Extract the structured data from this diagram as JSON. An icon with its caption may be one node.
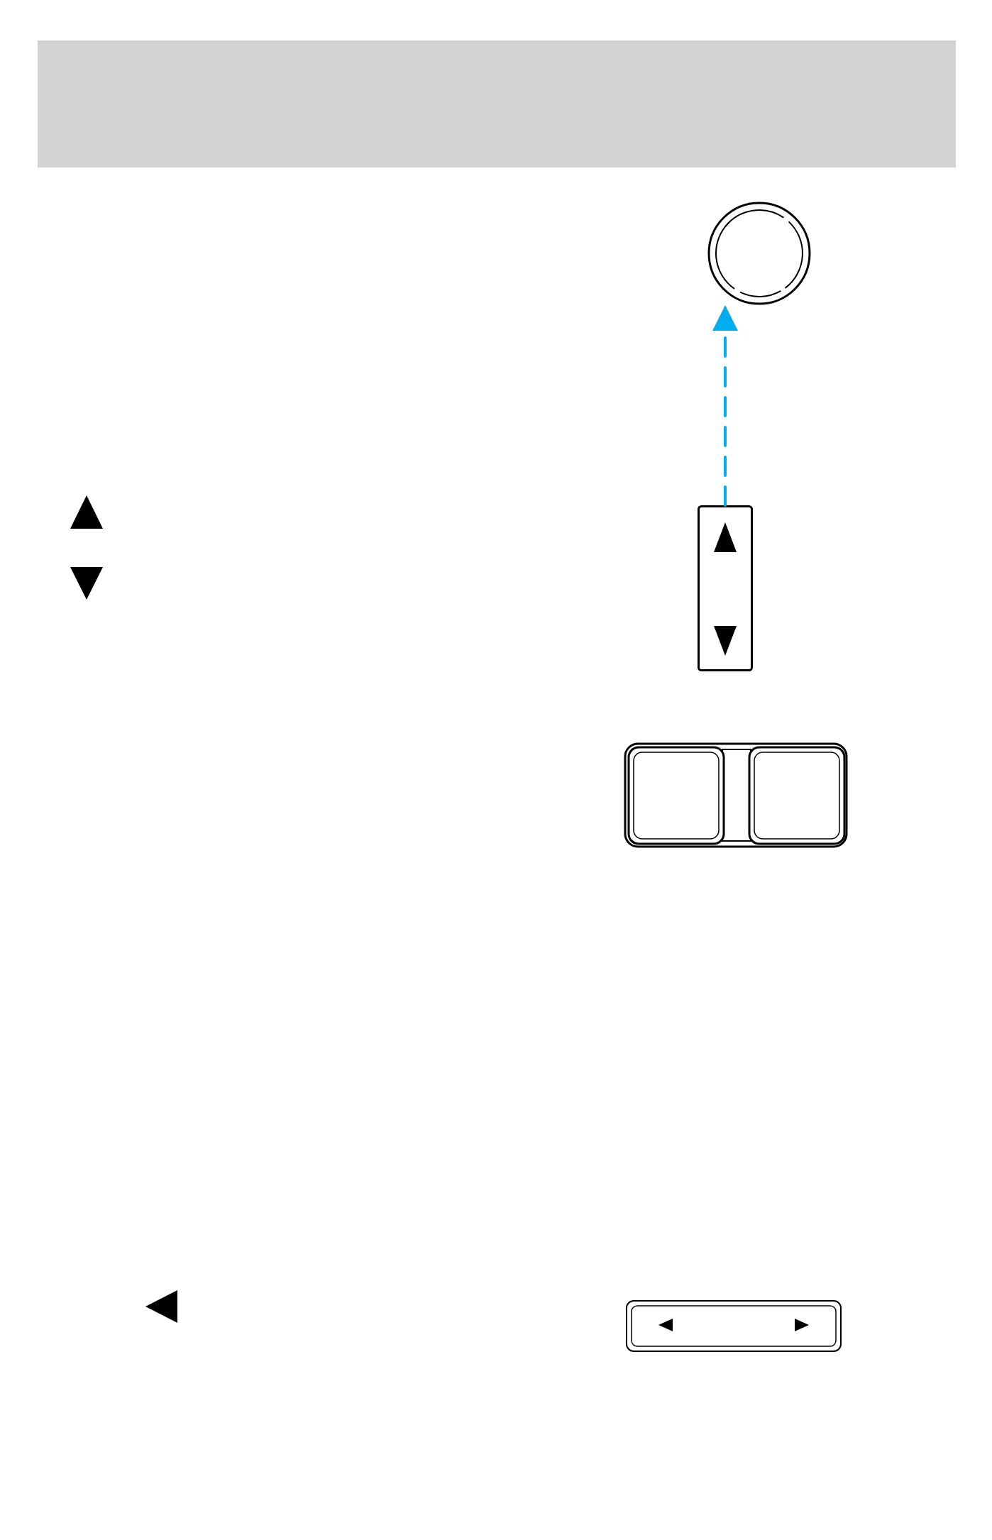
{
  "diagram": {
    "nodes": [
      {
        "text": [],
        "shape": "circle"
      },
      {
        "text": [],
        "shape": "box"
      }
    ],
    "edges": [
      {
        "from": 1,
        "to": 0,
        "arrow": "to",
        "style": "dashed",
        "color": "#00aeef"
      }
    ]
  }
}
